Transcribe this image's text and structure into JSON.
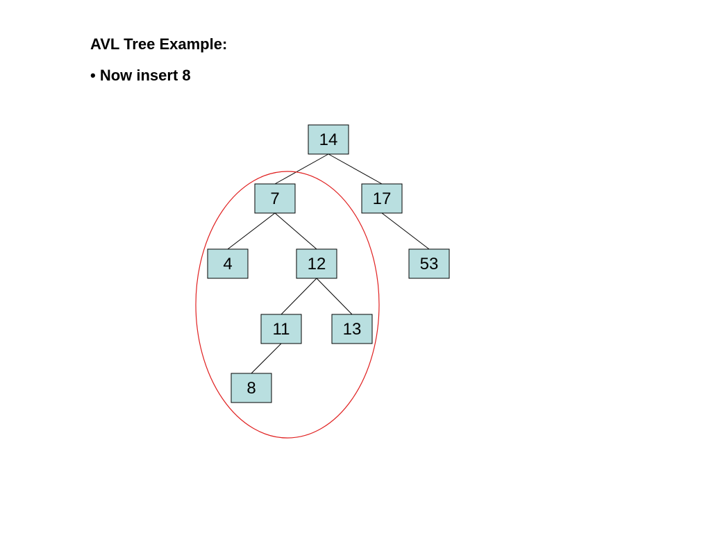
{
  "slide": {
    "title": "AVL Tree Example:",
    "bullets": [
      "• Now insert 8"
    ]
  },
  "tree": {
    "node_fill": "#b9dfe0",
    "highlight_color": "#e02020",
    "nodes": [
      {
        "id": "n14",
        "label": "14"
      },
      {
        "id": "n7",
        "label": "7"
      },
      {
        "id": "n17",
        "label": "17"
      },
      {
        "id": "n4",
        "label": "4"
      },
      {
        "id": "n12",
        "label": "12"
      },
      {
        "id": "n53",
        "label": "53"
      },
      {
        "id": "n11",
        "label": "11"
      },
      {
        "id": "n13",
        "label": "13"
      },
      {
        "id": "n8",
        "label": "8"
      }
    ],
    "edges": [
      [
        "n14",
        "n7"
      ],
      [
        "n14",
        "n17"
      ],
      [
        "n7",
        "n4"
      ],
      [
        "n7",
        "n12"
      ],
      [
        "n17",
        "n53"
      ],
      [
        "n12",
        "n11"
      ],
      [
        "n12",
        "n13"
      ],
      [
        "n11",
        "n8"
      ]
    ],
    "highlighted_subtree_root": "n7"
  }
}
